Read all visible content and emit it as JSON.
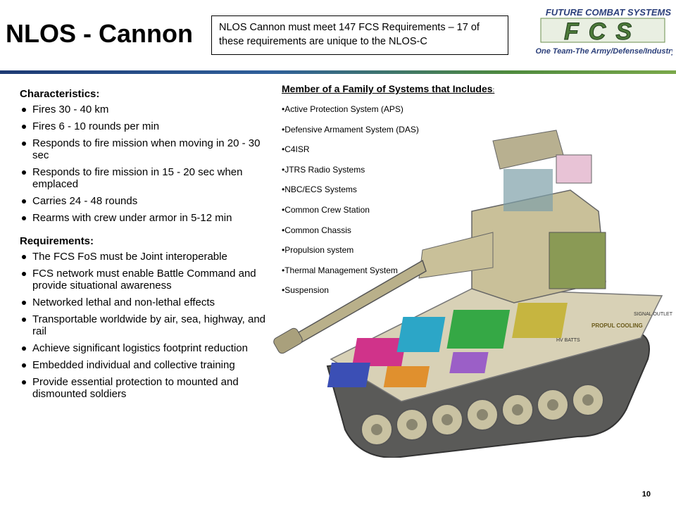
{
  "title": "NLOS - Cannon",
  "requirements_note": "NLOS Cannon must meet 147 FCS Requirements – 17 of these requirements are unique to the NLOS-C",
  "logo": {
    "top_text": "FUTURE COMBAT SYSTEMS",
    "mark_text": "FCS",
    "tagline": "One Team-The Army/Defense/Industry"
  },
  "characteristics": {
    "heading": "Characteristics:",
    "items": [
      "Fires 30 - 40 km",
      "Fires 6 - 10 rounds per min",
      "Responds to fire mission when moving in 20 - 30 sec",
      "Responds to fire mission in 15 - 20 sec when emplaced",
      "Carries 24 - 48 rounds",
      "Rearms with crew under armor in 5-12 min"
    ]
  },
  "requirements": {
    "heading": "Requirements:",
    "items": [
      "The FCS FoS must be Joint interoperable",
      "FCS network must enable Battle Command and provide situational awareness",
      "Networked lethal and non-lethal effects",
      "Transportable worldwide by air, sea, highway, and rail",
      "Achieve significant logistics footprint reduction",
      "Embedded individual and collective training",
      "Provide essential protection to mounted and dismounted soldiers"
    ]
  },
  "family": {
    "heading": "Member of a Family of Systems that Includes",
    "suffix": ":",
    "items": [
      "•Active Protection System (APS)",
      "•Defensive Armament System (DAS)",
      "•C4ISR",
      "•JTRS Radio Systems",
      "•NBC/ECS Systems",
      "•Common Crew Station",
      "•Common Chassis",
      "•Propulsion system",
      "•Thermal Management System",
      "•Suspension"
    ]
  },
  "vehicle_labels": [
    "SIGNAL OUTLET",
    "PROPUL COOLING",
    "HV BATTS"
  ],
  "page_number": "10"
}
